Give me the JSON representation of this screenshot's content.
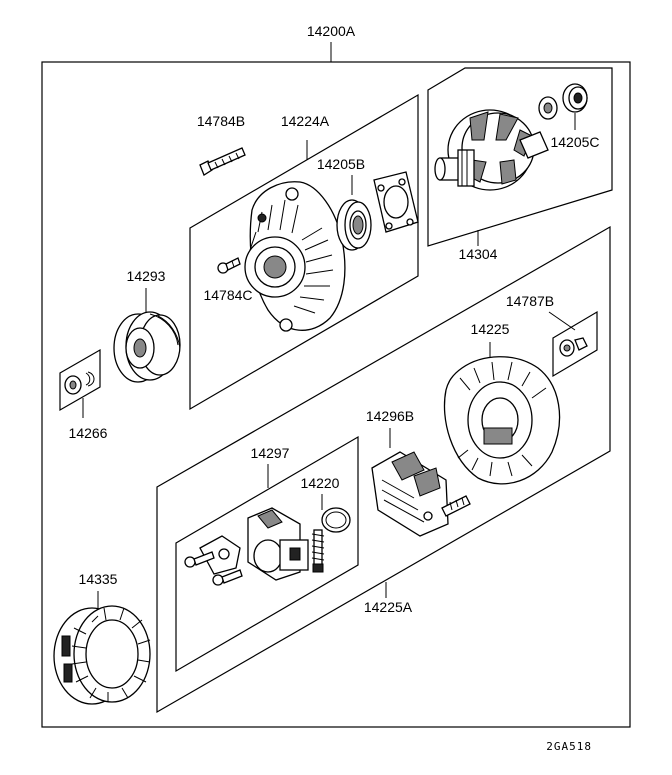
{
  "diagram": {
    "assembly_label": "14200A",
    "footer_code": "2GA518",
    "parts": [
      "14784B",
      "14224A",
      "14205B",
      "14784C",
      "14205C",
      "14304",
      "14293",
      "14266",
      "14787B",
      "14225",
      "14296B",
      "14297",
      "14220",
      "14335",
      "14225A"
    ]
  }
}
